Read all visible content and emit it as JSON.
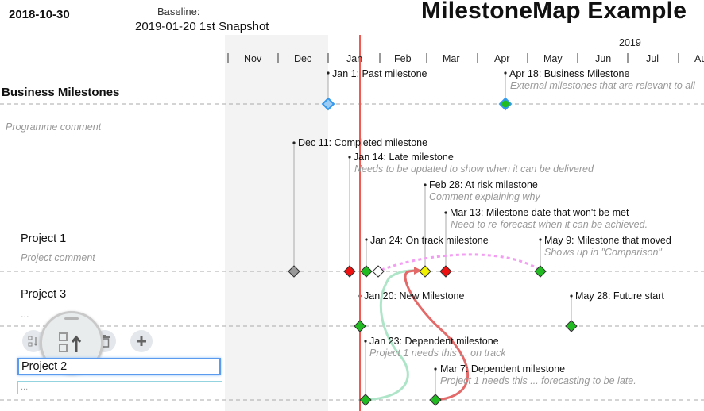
{
  "header": {
    "report_date": "2018-10-30",
    "baseline_label": "Baseline:",
    "baseline_value": "2019-01-20 1st Snapshot",
    "title": "MilestoneMap Example"
  },
  "timeline": {
    "year_label": "2019",
    "months": [
      "Nov",
      "Dec",
      "Jan",
      "Feb",
      "Mar",
      "Apr",
      "May",
      "Jun",
      "Jul",
      "Au"
    ]
  },
  "groups": [
    {
      "title": "Business Milestones",
      "milestones": [
        {
          "label": "Jan 1: Past milestone",
          "comment": ""
        },
        {
          "label": "Apr 18: Business Milestone",
          "comment": "External milestones that are relevant to all"
        }
      ]
    }
  ],
  "programme": {
    "comment": "Programme comment"
  },
  "projects": [
    {
      "name": "Project 1",
      "comment": "Project comment",
      "milestones": [
        {
          "label": "Dec 11: Completed milestone",
          "comment": ""
        },
        {
          "label": "Jan 14: Late milestone",
          "comment": "Needs to be updated to show when it can be delivered"
        },
        {
          "label": "Feb 28: At risk milestone",
          "comment": "Comment explaining why"
        },
        {
          "label": "Mar 13: Milestone date that won't be met",
          "comment": "Need to re-forecast when it can be achieved."
        },
        {
          "label": "Jan 24: On track milestone",
          "comment": ""
        },
        {
          "label": "May 9: Milestone that moved",
          "comment": "Shows up in \"Comparison\""
        }
      ]
    },
    {
      "name": "Project 3",
      "comment": "...",
      "milestones": [
        {
          "label": "Jan 20: New Milestone",
          "comment": ""
        },
        {
          "label": "May 28: Future start",
          "comment": ""
        }
      ]
    },
    {
      "name": "Project 2",
      "comment": "...",
      "milestones": [
        {
          "label": "Jan 23: Dependent milestone",
          "comment": "Project 1 needs this ... on track"
        },
        {
          "label": "Mar 7: Dependent milestone",
          "comment": "Project 1 needs this ... forecasting to be late."
        }
      ]
    }
  ],
  "toolbar": {
    "icons": [
      "sort-icon",
      "move-up-icon",
      "delete-icon",
      "add-icon"
    ]
  },
  "colors": {
    "today_line": "#f05a50",
    "on_track": "#22bb22",
    "late": "#ee1111",
    "at_risk": "#f2f200",
    "complete": "#9a9a9a",
    "business": "#3399ee",
    "dependency_ok": "#aee5c8",
    "dependency_late": "#e46a6a",
    "moved": "#f39ef3",
    "input_focus": "#5a9bf0"
  }
}
